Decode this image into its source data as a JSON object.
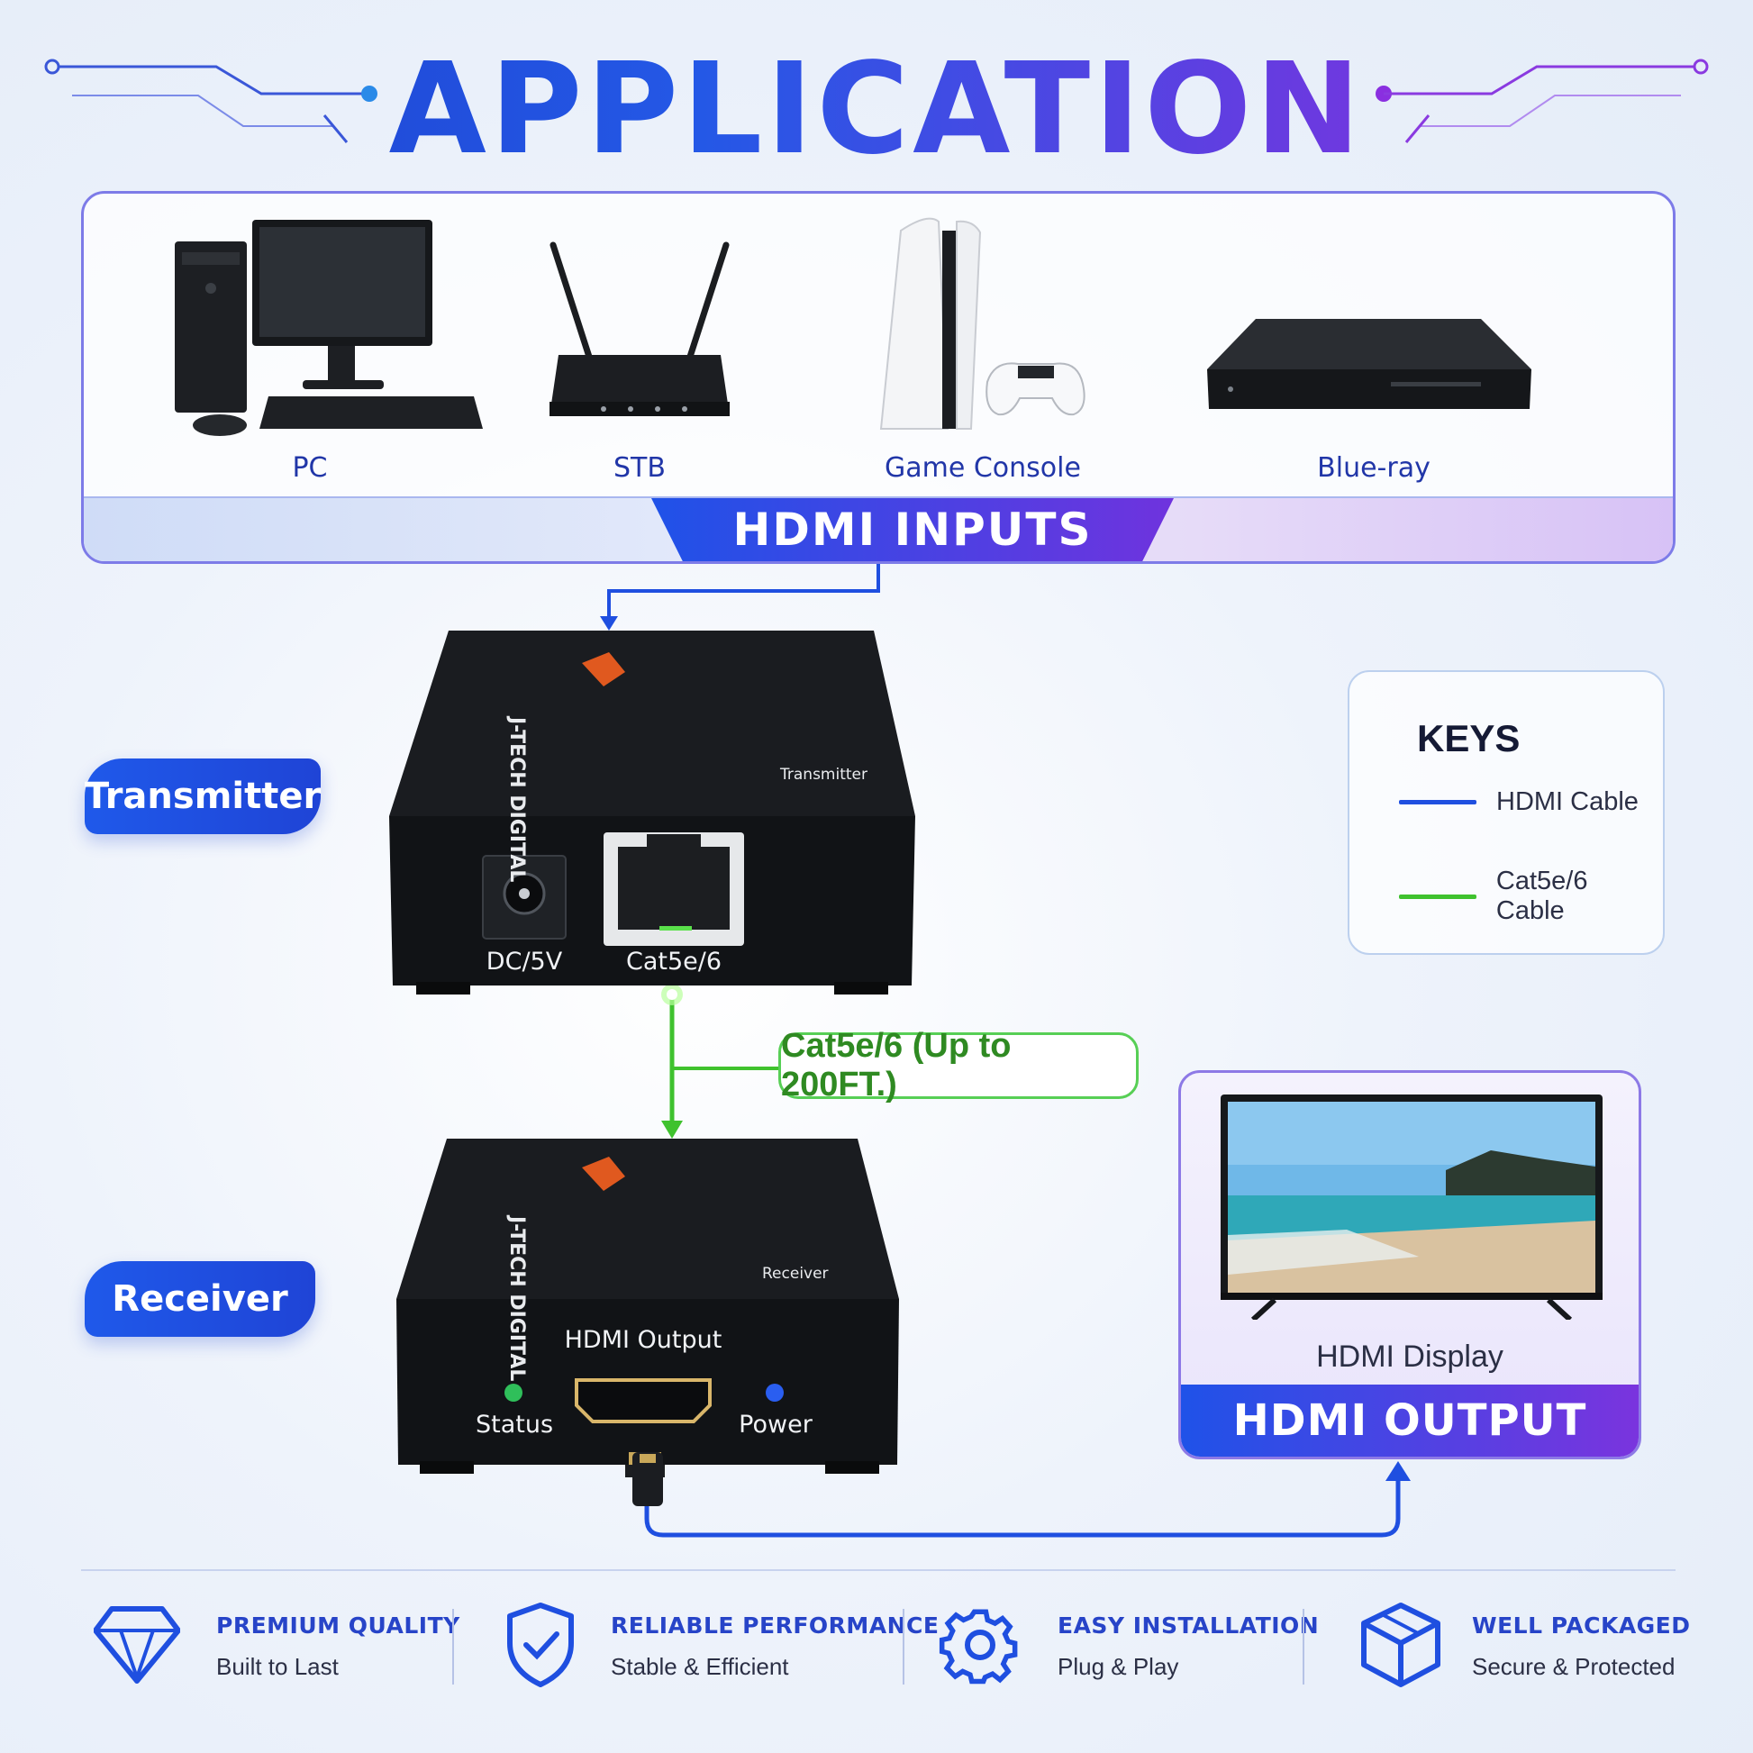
{
  "header": {
    "title": "APPLICATION"
  },
  "inputs": {
    "banner": "HDMI INPUTS",
    "devices": [
      {
        "label": "PC",
        "icon": "pc-icon"
      },
      {
        "label": "STB",
        "icon": "router-icon"
      },
      {
        "label": "Game Console",
        "icon": "game-console-icon"
      },
      {
        "label": "Blue-ray",
        "icon": "bluray-player-icon"
      }
    ]
  },
  "transmitter": {
    "pill": "Transmitter",
    "brand": "J-TECH DIGITAL",
    "side_label": "Transmitter",
    "ports": {
      "power": "DC/5V",
      "ethernet": "Cat5e/6"
    }
  },
  "receiver": {
    "pill": "Receiver",
    "brand": "J-TECH DIGITAL",
    "side_label": "Receiver",
    "port": "HDMI Output",
    "leds": {
      "status": "Status",
      "power": "Power"
    }
  },
  "cable": {
    "callout": "Cat5e/6 (Up to 200FT.)"
  },
  "keys": {
    "title": "KEYS",
    "items": [
      {
        "label": "HDMI Cable",
        "color": "#1f4fe0"
      },
      {
        "label": "Cat5e/6 Cable",
        "color": "#3fc22e"
      }
    ]
  },
  "output": {
    "display_label": "HDMI Display",
    "banner": "HDMI OUTPUT"
  },
  "features": [
    {
      "title": "PREMIUM QUALITY",
      "subtitle": "Built to Last",
      "icon": "diamond-icon"
    },
    {
      "title": "RELIABLE PERFORMANCE",
      "subtitle": "Stable & Efficient",
      "icon": "shield-check-icon"
    },
    {
      "title": "EASY INSTALLATION",
      "subtitle": "Plug & Play",
      "icon": "gear-icon"
    },
    {
      "title": "WELL PACKAGED",
      "subtitle": "Secure & Protected",
      "icon": "box-icon"
    }
  ],
  "colors": {
    "hdmi_line": "#1f4fe0",
    "cat_line": "#3fc22e",
    "accent_blue": "#1f52e8",
    "accent_purple": "#7a34de"
  }
}
